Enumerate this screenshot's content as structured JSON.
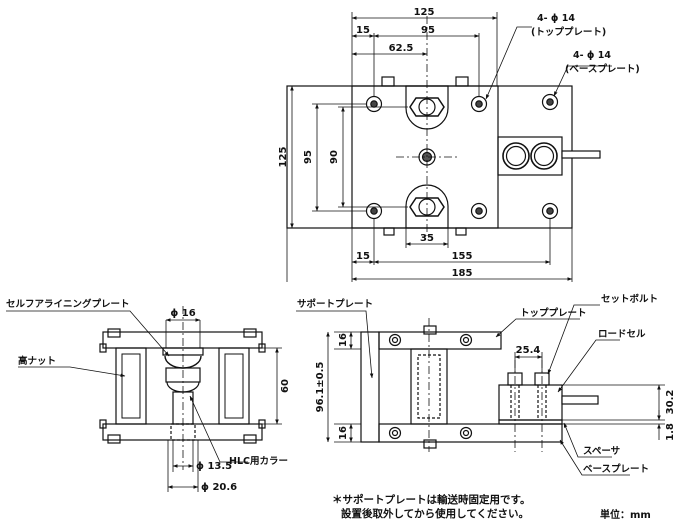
{
  "top_view": {
    "dims": {
      "d125": "125",
      "d15": "15",
      "d95": "95",
      "d62_5": "62.5",
      "d125v": "125",
      "d95v": "95",
      "d90v": "90",
      "d15b": "15",
      "d35": "35",
      "d155": "155",
      "d185": "185"
    },
    "labels": {
      "top_plate_holes_1": "4- ϕ 14",
      "top_plate_holes_2": "(トッププレート)",
      "base_plate_holes_1": "4- ϕ 14",
      "base_plate_holes_2": "(ベースプレート)"
    }
  },
  "front_view": {
    "labels": {
      "self_align": "セルフアライニングプレート",
      "high_nut": "高ナット",
      "hlc_collar": "HLC用カラー"
    },
    "dims": {
      "phi16": "ϕ 16",
      "d60": "60",
      "phi13_5": "ϕ 13.5",
      "phi20_6": "ϕ 20.6"
    }
  },
  "side_view": {
    "labels": {
      "support_plate": "サポートプレート",
      "top_plate": "トッププレート",
      "set_bolt": "セットボルト",
      "load_cell": "ロードセル",
      "spacer": "スペーサ",
      "base_plate": "ベースプレート"
    },
    "dims": {
      "d16a": "16",
      "d96": "96.1±0.5",
      "d16b": "16",
      "d25_4": "25.4",
      "d30_2": "30.2",
      "d1_8": "1.8"
    }
  },
  "footnote": {
    "line1": "＊サポートプレートは輸送時固定用です。",
    "line2": "設置後取外してから使用してください。"
  },
  "unit": "単位：mm"
}
